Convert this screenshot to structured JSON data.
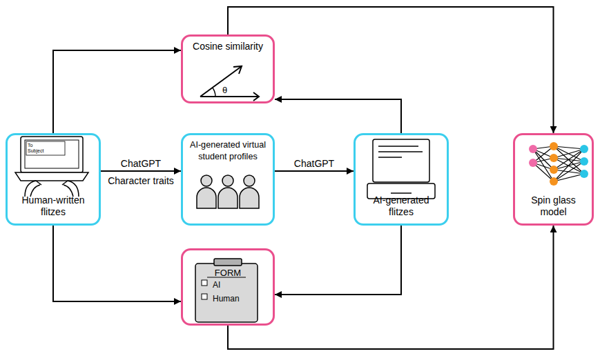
{
  "diagram": {
    "nodes": [
      {
        "text": [
          "Cosine similarity"
        ]
      },
      {
        "text": [
          "Human-written flitzes"
        ]
      },
      {
        "text": [
          "AI-generated virtual student profiles"
        ]
      },
      {
        "text": [
          "AI-generated flitzes"
        ]
      },
      {
        "text": [
          "Spin glass model"
        ]
      },
      {
        "text": [
          "FORM",
          "AI",
          "Human"
        ]
      }
    ],
    "edges": [
      {
        "from": 1,
        "to": 0,
        "arrow": "to"
      },
      {
        "from": 1,
        "to": 2,
        "label": "ChatGPT",
        "arrow": "to"
      },
      {
        "from": 2,
        "to": 3,
        "label": "ChatGPT",
        "arrow": "to"
      },
      {
        "from": 3,
        "to": 0,
        "arrow": "to"
      },
      {
        "from": 1,
        "to": 5,
        "arrow": "to"
      },
      {
        "from": 3,
        "to": 5,
        "arrow": "to"
      },
      {
        "from": 0,
        "to": 4,
        "arrow": "to"
      },
      {
        "from": 5,
        "to": 4,
        "arrow": "to"
      }
    ],
    "labels": [
      "To",
      "Subject",
      "θ",
      "Character traits"
    ]
  }
}
